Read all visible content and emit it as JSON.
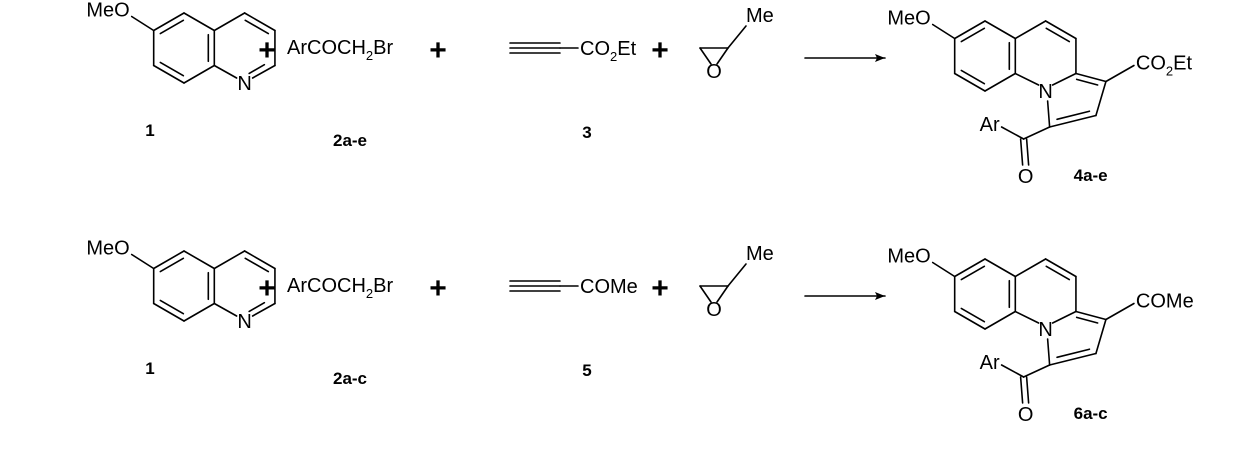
{
  "rows": [
    {
      "reactants": [
        {
          "id": "quinoline",
          "label": "1"
        },
        {
          "id": "bromide",
          "formula": [
            "ArCOCH",
            "2",
            "Br"
          ],
          "label": "2a-e"
        },
        {
          "id": "alkyne",
          "substituent": [
            "CO",
            "2",
            "Et"
          ],
          "label": "3"
        },
        {
          "id": "epoxide",
          "methyl": "Me",
          "oxygen": "O"
        }
      ],
      "plus": [
        "+",
        "+",
        "+"
      ],
      "product": {
        "methoxy": "MeO",
        "nitrogen": "N",
        "substituent": [
          "CO",
          "2",
          "Et"
        ],
        "aryl": "Ar",
        "oxygen": "O",
        "label": "4a-e"
      },
      "quinoline_atoms": {
        "methoxy": "MeO",
        "nitrogen": "N"
      }
    },
    {
      "reactants": [
        {
          "id": "quinoline",
          "label": "1"
        },
        {
          "id": "bromide",
          "formula": [
            "ArCOCH",
            "2",
            "Br"
          ],
          "label": "2a-c"
        },
        {
          "id": "alkyne",
          "substituent": [
            "COMe",
            "",
            ""
          ],
          "label": "5"
        },
        {
          "id": "epoxide",
          "methyl": "Me",
          "oxygen": "O"
        }
      ],
      "plus": [
        "+",
        "+",
        "+"
      ],
      "product": {
        "methoxy": "MeO",
        "nitrogen": "N",
        "substituent": [
          "COMe",
          "",
          ""
        ],
        "aryl": "Ar",
        "oxygen": "O",
        "label": "6a-c"
      },
      "quinoline_atoms": {
        "methoxy": "MeO",
        "nitrogen": "N"
      }
    }
  ]
}
